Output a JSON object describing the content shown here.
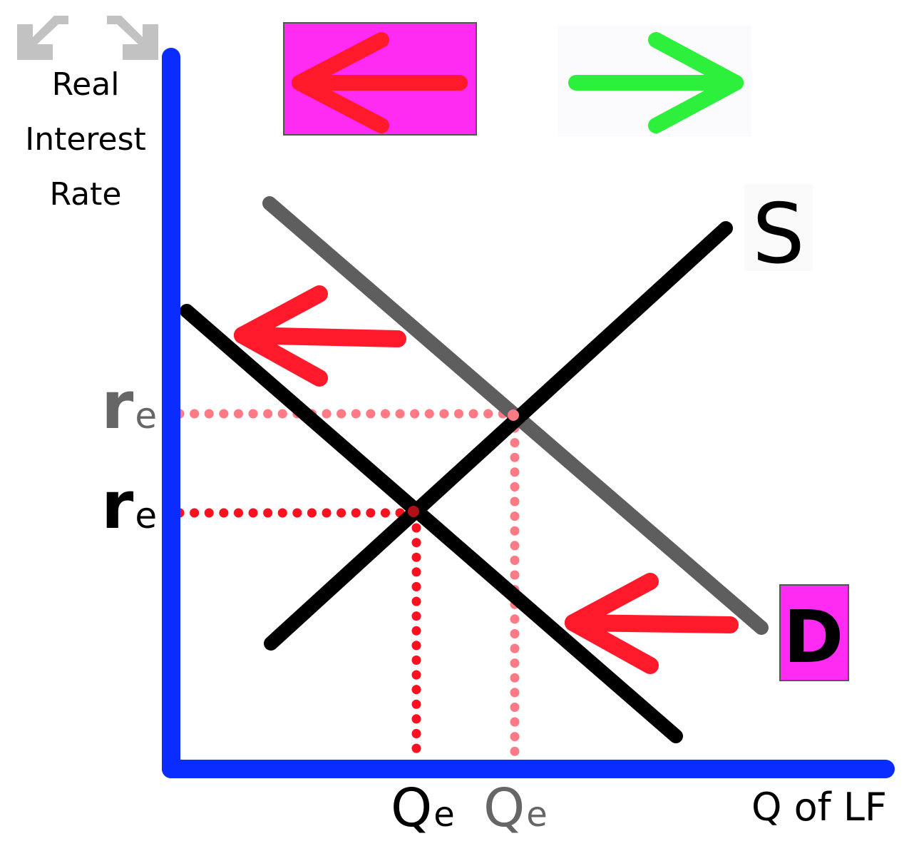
{
  "nav": {
    "shrink_icon": "shrink-arrow-icon",
    "expand_icon": "expand-arrow-icon",
    "icon_color": "#bdbdbd"
  },
  "legend": {
    "left_arrow_color": "#ff1a2b",
    "left_box_color": "#ff2bf3",
    "right_arrow_color": "#2cf03c"
  },
  "y_axis_label": [
    "Real",
    "Interest",
    "Rate"
  ],
  "x_axis_label": "Q of LF",
  "supply_label": "S",
  "demand_label": "D",
  "equilibria": {
    "new": {
      "r_label": "r",
      "r_sub": "e",
      "q_label": "Q",
      "q_sub": "e",
      "color": "#000000"
    },
    "old": {
      "r_label": "r",
      "r_sub": "e",
      "q_label": "Q",
      "q_sub": "e",
      "color": "#666666"
    }
  },
  "colors": {
    "axis": "#0a2cff",
    "curve": "#000000",
    "old_demand": "#5e5e5e",
    "shift_arrow": "#ff1a2b",
    "dotted_new": "#ff1020",
    "dotted_old": "#ff7a85",
    "d_box": "#ff2bf3"
  }
}
